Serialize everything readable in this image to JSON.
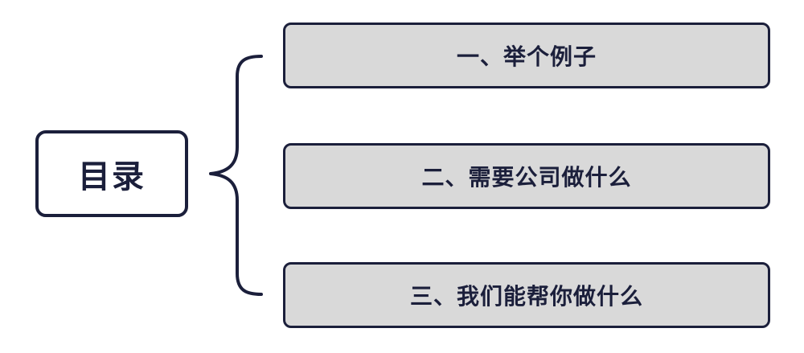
{
  "root": {
    "label": "目录"
  },
  "items": [
    {
      "label": "一、举个例子"
    },
    {
      "label": "二、需要公司做什么"
    },
    {
      "label": "三、我们能帮你做什么"
    }
  ],
  "colors": {
    "stroke": "#1b1f3b",
    "item_fill": "#d9d9d9",
    "root_fill": "#ffffff"
  }
}
